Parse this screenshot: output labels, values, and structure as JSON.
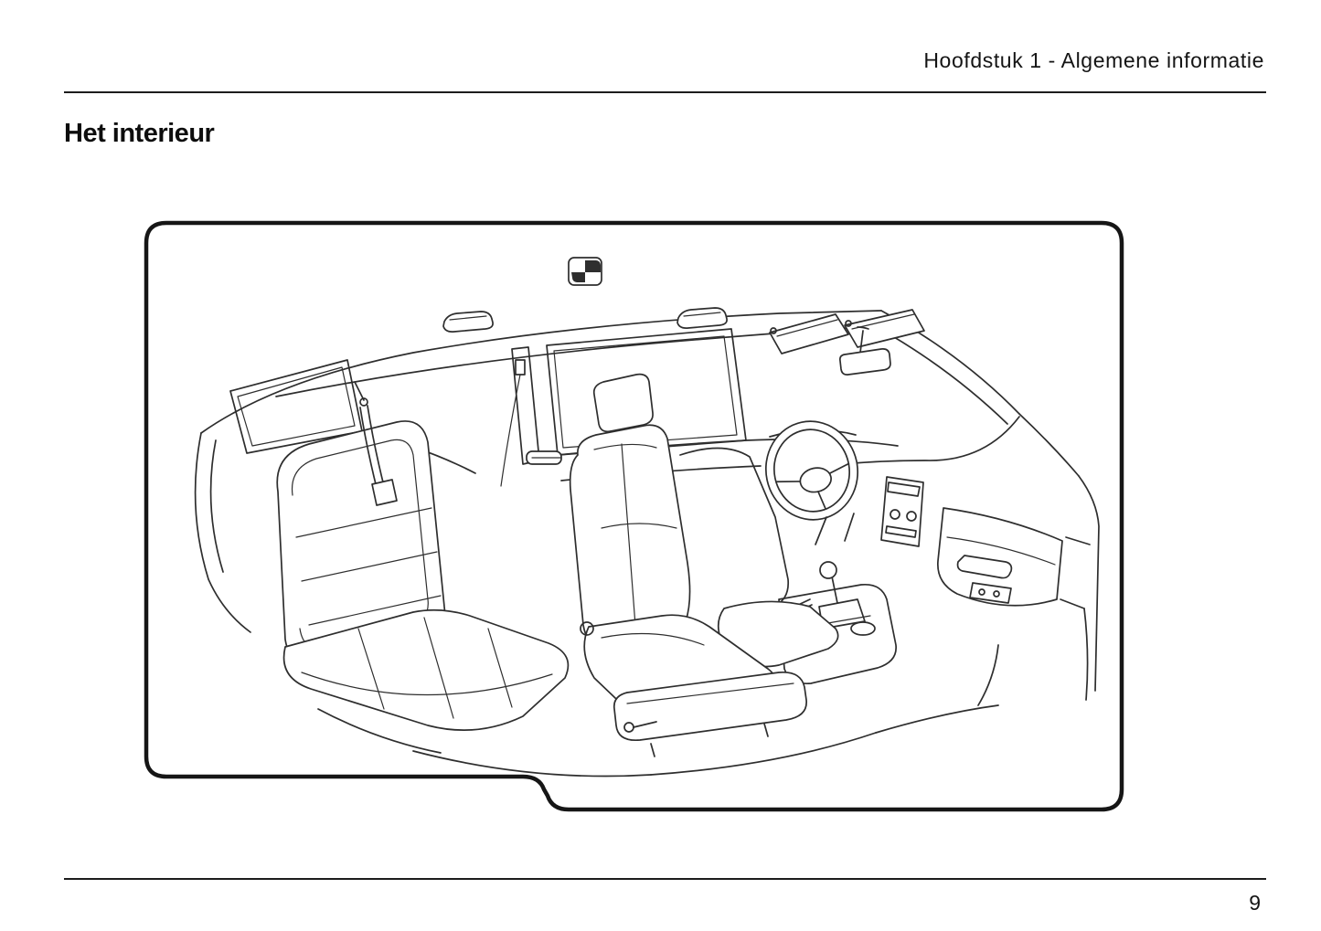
{
  "page": {
    "header": "Hoofdstuk 1 - Algemene informatie",
    "section_title": "Het interieur",
    "page_number": "9"
  },
  "figure": {
    "ink_color": "#2e2e2e",
    "frame_color": "#161616",
    "background_color": "#ffffff"
  }
}
